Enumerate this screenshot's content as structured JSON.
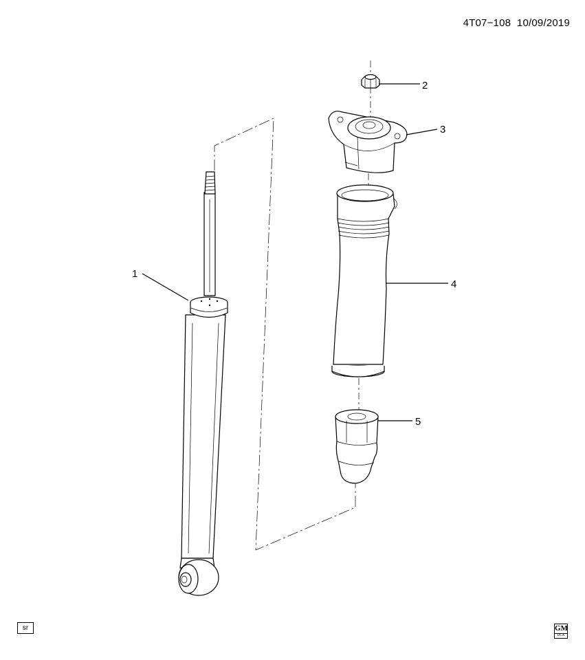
{
  "header": {
    "doc_id": "4T07−108",
    "date": "10/09/2019"
  },
  "callouts": [
    {
      "number": "1",
      "part": "shock-absorber"
    },
    {
      "number": "2",
      "part": "nut"
    },
    {
      "number": "3",
      "part": "upper-mount"
    },
    {
      "number": "4",
      "part": "dust-boot"
    },
    {
      "number": "5",
      "part": "bumper"
    }
  ],
  "footer": {
    "sr_label": "sr",
    "logo_text": "GM",
    "logo_subtext": "DCA"
  }
}
